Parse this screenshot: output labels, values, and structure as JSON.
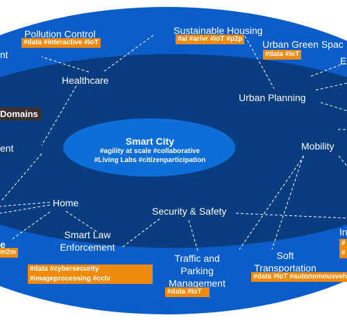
{
  "center": {
    "title": "Smart City",
    "tags": "#agility at scale #collaborative\n#Living Labs #citizenparticipation"
  },
  "legend_box": {
    "label": "Domains"
  },
  "outer_labels": {
    "pollution_control": "Pollution Control",
    "sustainable_housing": "Sustainable Housing",
    "urban_green_spaces": "Urban Green Spac",
    "e_partial": "E",
    "left_top_partial": "nt",
    "left_mid_partial": "ent",
    "left_bottom_partial": "e",
    "smart_law_enforcement": "Smart Law\nEnforcement",
    "traffic_parking": "Traffic and\nParking\nManagement",
    "soft_transportation": "Soft\nTransportation",
    "right_bottom_partial": "In"
  },
  "inner_labels": {
    "healthcare": "Healthcare",
    "urban_planning": "Urban Planning",
    "mobility": "Mobility",
    "home": "Home",
    "security_safety": "Security & Safety"
  },
  "tags": {
    "pollution_control": "#data #interactive #IoT",
    "sustainable_housing": "#ai #ar/vr #IoT #p2p",
    "urban_green_spaces": "#data #IoT",
    "left_bottom": "m2m",
    "smart_law_line1": "#data #cybersecurity",
    "smart_law_line2": "#imageprocessing #cctv",
    "traffic_parking": "#data #IoT",
    "soft_transportation": "#data #IoT #autonomousveh",
    "right_bottom1": "#",
    "right_bottom2": "#"
  },
  "colors": {
    "outer_ring": "#0b5ec9",
    "inner_ring": "#0a3c80",
    "center": "#0d6ed8",
    "tag": "#f08a0c"
  }
}
